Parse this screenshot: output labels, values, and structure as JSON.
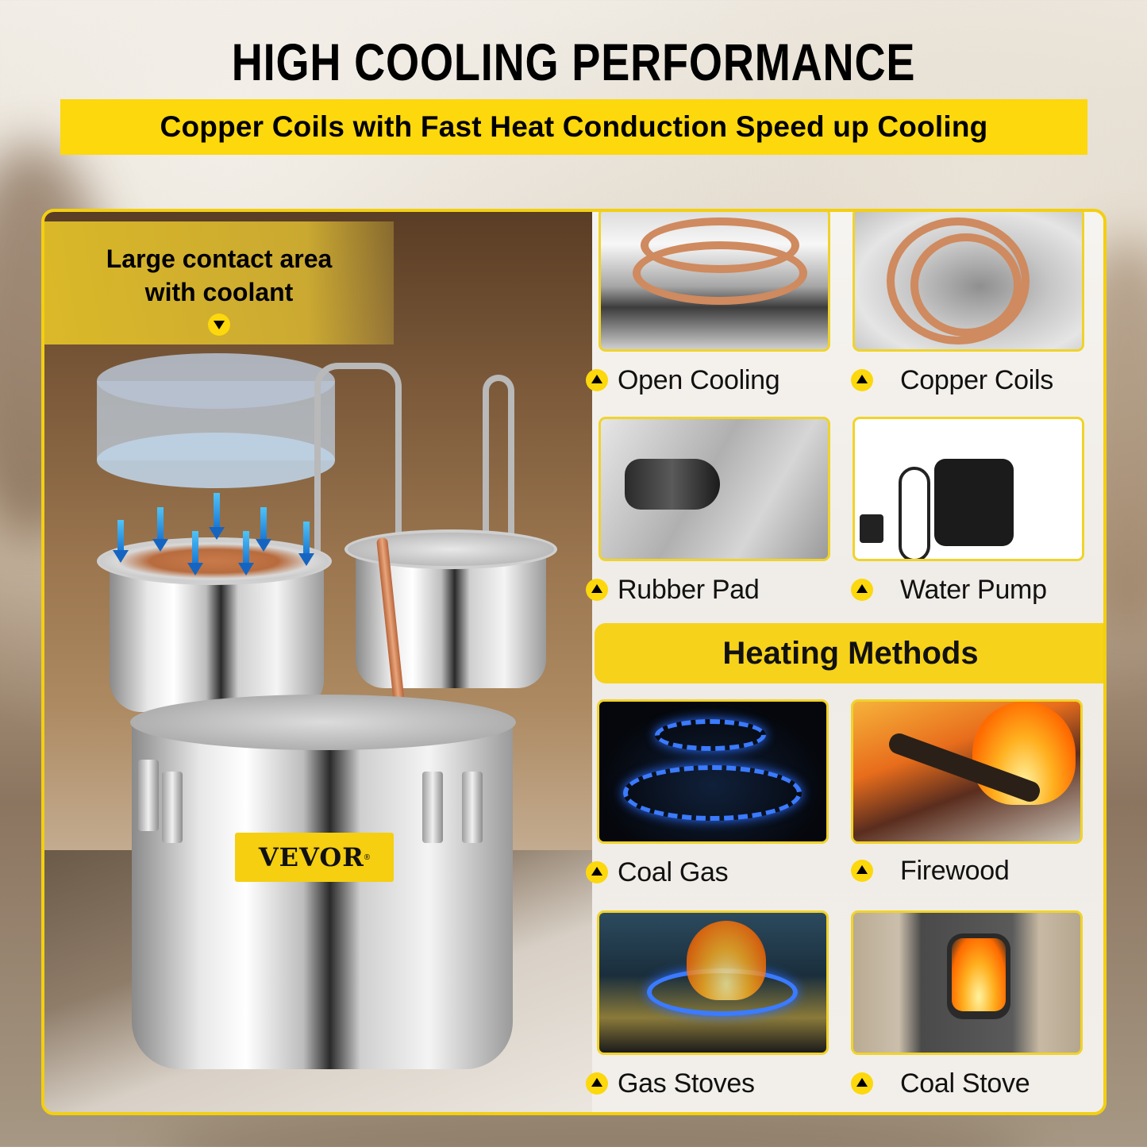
{
  "headline": "HIGH COOLING PERFORMANCE",
  "subheadline": "Copper Coils with Fast Heat Conduction Speed up Cooling",
  "colors": {
    "accent_yellow": "#fcd80c",
    "card_border": "#f3cf10",
    "text": "#000000",
    "arrow_blue": "#1976d2"
  },
  "product": {
    "callout_line1": "Large contact area",
    "callout_line2": "with coolant",
    "callout_icon": "down-arrow-badge-icon",
    "brand_label": "VEVOR",
    "brand_mark": "®"
  },
  "features": [
    {
      "label": "Open Cooling",
      "icon": "up-triangle-badge-icon"
    },
    {
      "label": "Copper Coils",
      "icon": "up-triangle-badge-icon"
    },
    {
      "label": "Rubber Pad",
      "icon": "up-triangle-badge-icon"
    },
    {
      "label": "Water Pump",
      "icon": "up-triangle-badge-icon"
    }
  ],
  "heating": {
    "title": "Heating Methods",
    "methods": [
      {
        "label": "Coal Gas",
        "icon": "up-triangle-badge-icon"
      },
      {
        "label": "Firewood",
        "icon": "up-triangle-badge-icon"
      },
      {
        "label": "Gas Stoves",
        "icon": "up-triangle-badge-icon"
      },
      {
        "label": "Coal Stove",
        "icon": "up-triangle-badge-icon"
      }
    ]
  }
}
